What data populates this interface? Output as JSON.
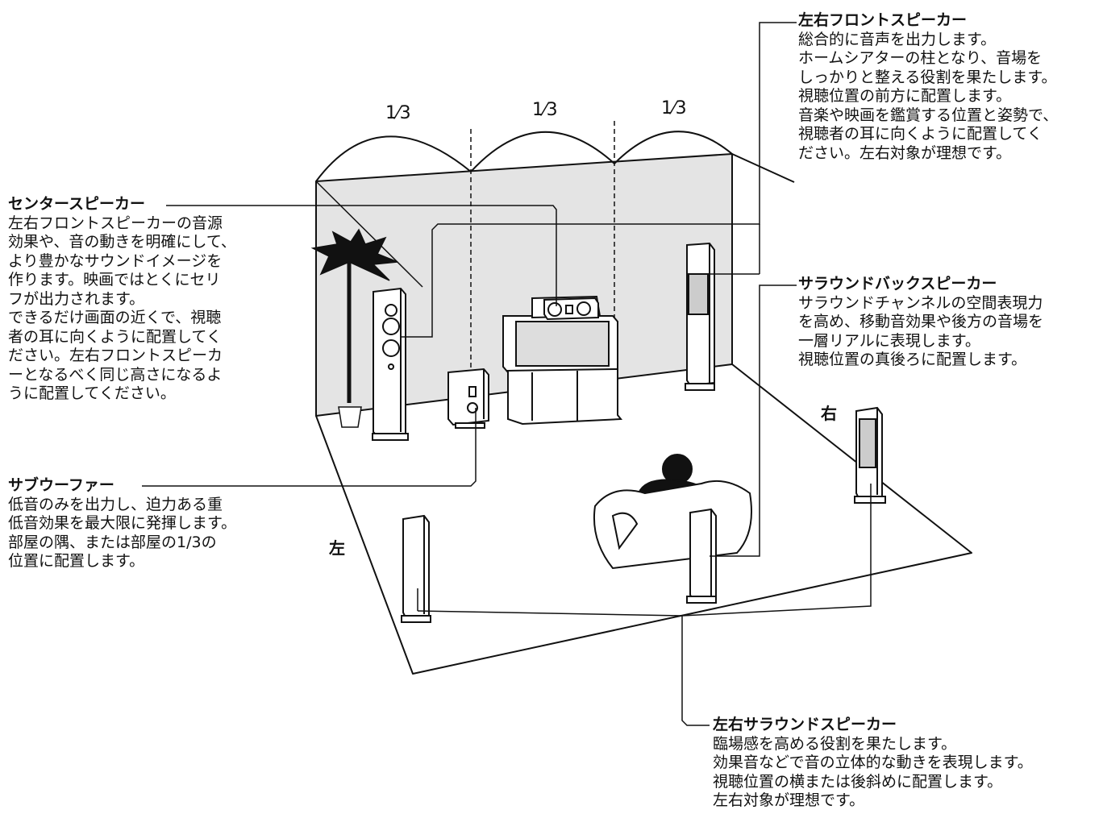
{
  "thirds": [
    "1⁄3",
    "1⁄3",
    "1⁄3"
  ],
  "side_labels": {
    "left": "左",
    "right": "右"
  },
  "callouts": {
    "front": {
      "title": "左右フロントスピーカー",
      "lines": [
        "総合的に音声を出力します。",
        "ホームシアターの柱となり、音場を",
        "しっかりと整える役割を果たします。",
        "視聴位置の前方に配置します。",
        "音楽や映画を鑑賞する位置と姿勢で、",
        "視聴者の耳に向くように配置してく",
        "ださい。左右対象が理想です。"
      ]
    },
    "center": {
      "title": "センタースピーカー",
      "lines": [
        "左右フロントスピーカーの音源",
        "効果や、音の動きを明確にして、",
        "より豊かなサウンドイメージを",
        "作ります。映画ではとくにセリ",
        "フが出力されます。",
        "できるだけ画面の近くで、視聴",
        "者の耳に向くように配置してく",
        "ださい。左右フロントスピーカ",
        "ーとなるべく同じ高さになるよ",
        "うに配置してください。"
      ]
    },
    "subwoofer": {
      "title": "サブウーファー",
      "lines": [
        "低音のみを出力し、迫力ある重",
        "低音効果を最大限に発揮します。",
        "部屋の隅、または部屋の1/3の",
        "位置に配置します。"
      ]
    },
    "surround_back": {
      "title": "サラウンドバックスピーカー",
      "lines": [
        "サラウンドチャンネルの空間表現力",
        "を高め、移動音効果や後方の音場を",
        "一層リアルに表現します。",
        "視聴位置の真後ろに配置します。"
      ]
    },
    "surround": {
      "title": "左右サラウンドスピーカー",
      "lines": [
        "臨場感を高める役割を果たします。",
        "効果音などで音の立体的な動きを表現します。",
        "視聴位置の横または後斜めに配置します。",
        "左右対象が理想です。"
      ]
    }
  }
}
